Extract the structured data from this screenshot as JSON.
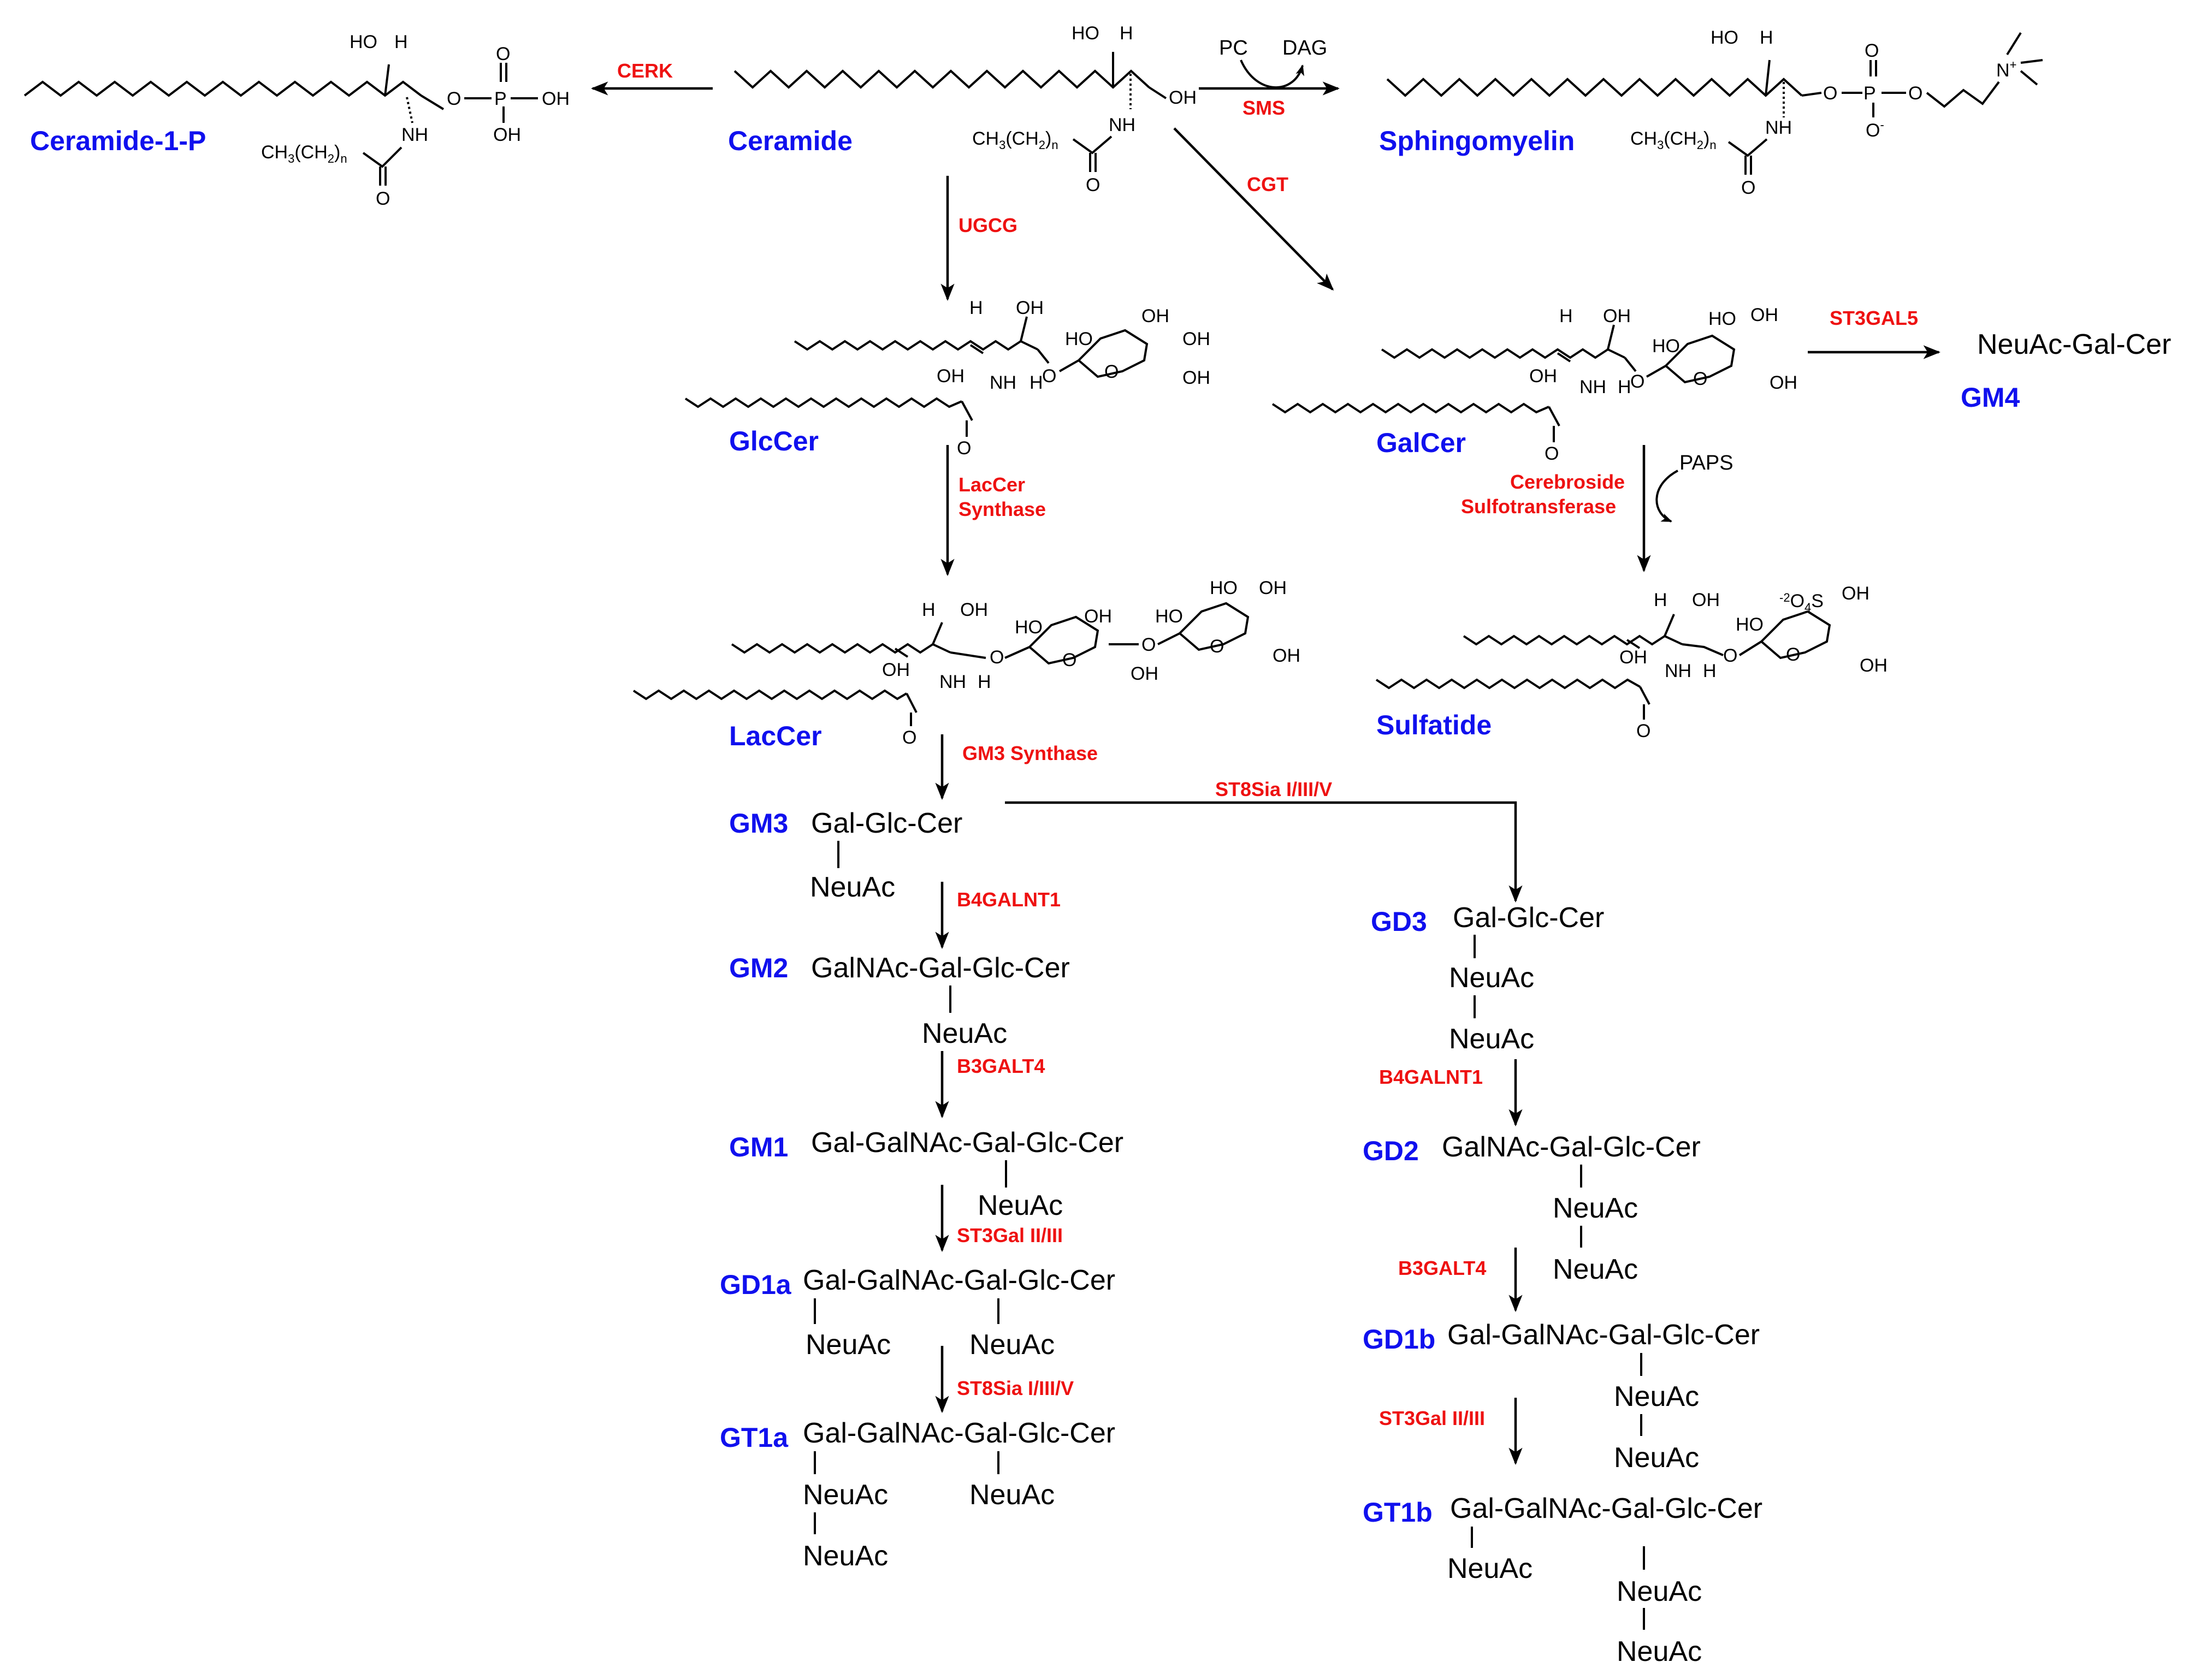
{
  "colors": {
    "name": "#1010ee",
    "enzyme": "#ee1111",
    "structure": "#000000",
    "background": "#ffffff"
  },
  "molecules": {
    "ceramide_1_p": "Ceramide-1-P",
    "ceramide": "Ceramide",
    "sphingomyelin": "Sphingomyelin",
    "glccer": "GlcCer",
    "galcer": "GalCer",
    "laccer": "LacCer",
    "sulfatide": "Sulfatide",
    "gm4": "GM4",
    "gm3": "GM3",
    "gm2": "GM2",
    "gm1": "GM1",
    "gd1a": "GD1a",
    "gt1a": "GT1a",
    "gd3": "GD3",
    "gd2": "GD2",
    "gd1b": "GD1b",
    "gt1b": "GT1b"
  },
  "enzymes": {
    "cerk": "CERK",
    "sms": "SMS",
    "cgt": "CGT",
    "ugcg": "UGCG",
    "st3gal5": "ST3GAL5",
    "laccer_synthase_1": "LacCer",
    "laccer_synthase_2": "Synthase",
    "cst_1": "Cerebroside",
    "cst_2": "Sulfotransferase",
    "gm3_synthase": "GM3 Synthase",
    "st8sia_gd3": "ST8Sia I/III/V",
    "b4galnt1_a": "B4GALNT1",
    "b3galt4_a": "B3GALT4",
    "st3gal_a": "ST3Gal II/III",
    "st8sia_gt1a": "ST8Sia I/III/V",
    "b4galnt1_b": "B4GALNT1",
    "b3galt4_b": "B3GALT4",
    "st3gal_b": "ST3Gal II/III"
  },
  "cofactors": {
    "pc": "PC",
    "dag": "DAG",
    "paps": "PAPS"
  },
  "gm4_chain": "NeuAc-Gal-Cer",
  "chains": {
    "gal_glc_cer": "Gal-Glc-Cer",
    "galnac_gal_glc_cer": "GalNAc-Gal-Glc-Cer",
    "gal_galnac_gal_glc_cer": "Gal-GalNAc-Gal-Glc-Cer",
    "neuac": "NeuAc"
  },
  "atoms": {
    "ho": "HO",
    "oh": "OH",
    "h": "H",
    "o": "O",
    "p": "P",
    "nh": "NH",
    "n": "N",
    "ch3": "CH",
    "ch2": "(CH",
    "sub3": "3",
    "sub2": "2",
    "close": ")",
    "subn": "n",
    "so4_a": "-2",
    "so4_b": "O",
    "so4_c": "4",
    "so4_d": "S",
    "plus": "+",
    "minus": "-"
  }
}
